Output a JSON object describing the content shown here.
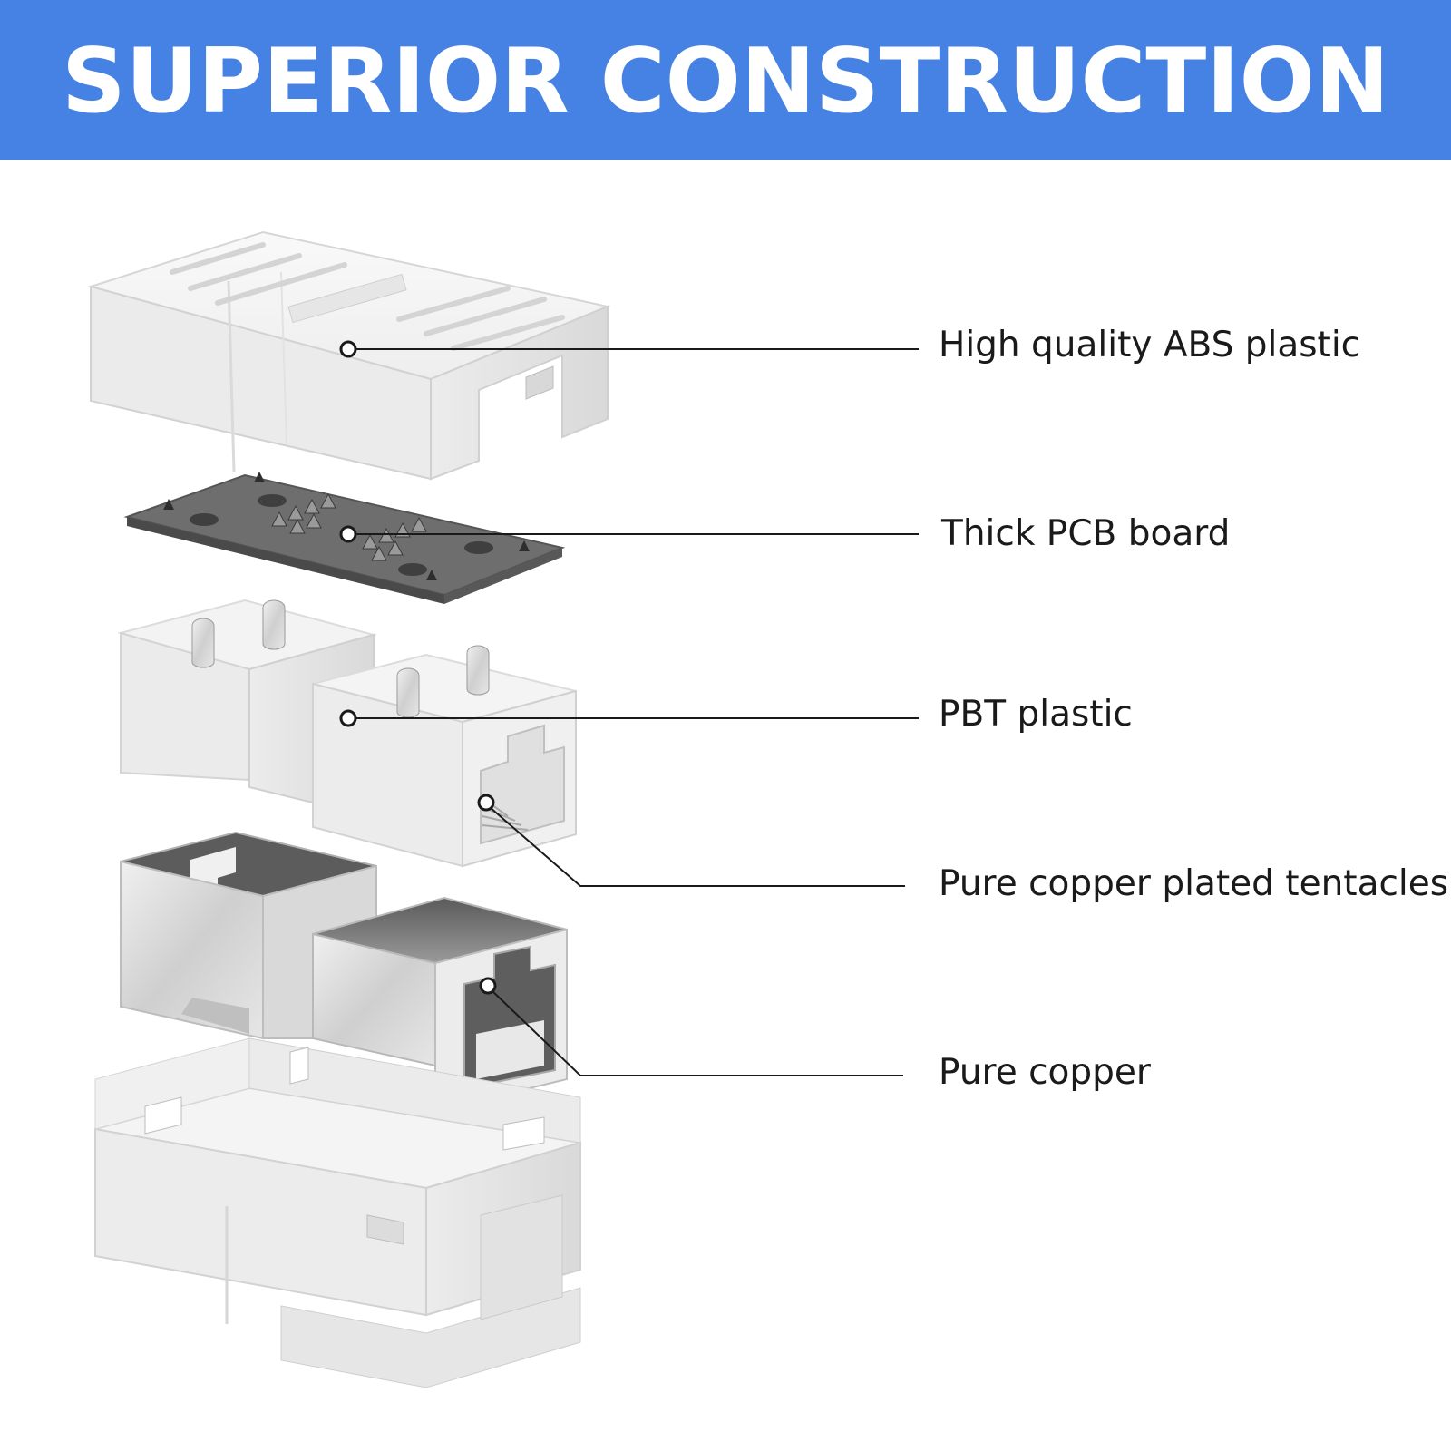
{
  "header": {
    "title": "SUPERIOR CONSTRUCTION",
    "background_color": "#4682e4",
    "text_color": "#ffffff"
  },
  "callouts": [
    {
      "label": "High quality ABS plastic"
    },
    {
      "label": "Thick PCB board"
    },
    {
      "label": "PBT plastic"
    },
    {
      "label": "Pure copper plated tentacles"
    },
    {
      "label": "Pure copper"
    }
  ],
  "colors": {
    "line": "#1a1a1a",
    "plastic": "#f2f2f2",
    "pcb": "#6e6e6e",
    "metal": "#c8c8c8"
  }
}
